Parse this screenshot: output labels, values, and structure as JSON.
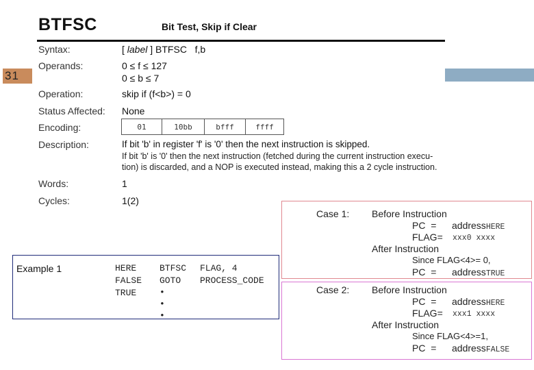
{
  "slide_number": "31",
  "datasheet": {
    "mnemonic": "BTFSC",
    "description_title": "Bit Test, Skip if Clear",
    "syntax_label": "Syntax:",
    "syntax_open": "[",
    "syntax_label_word": "label",
    "syntax_rest": "] BTFSC   f,b",
    "operands_label": "Operands:",
    "operand_f": "0 ≤ f ≤ 127",
    "operand_b": "0 ≤ b ≤ 7",
    "operation_label": "Operation:",
    "operation": "skip if (f<b>) = 0",
    "status_label": "Status Affected:",
    "status": "None",
    "encoding_label": "Encoding:",
    "encoding": [
      "01",
      "10bb",
      "bfff",
      "ffff"
    ],
    "desc_label": "Description:",
    "desc_line1": "If bit 'b' in register 'f' is '0' then the next instruction is skipped.",
    "desc_line2": "If bit 'b' is '0' then the next instruction (fetched during the current instruction execu-",
    "desc_line3": "tion) is discarded, and a NOP is executed instead, making this a 2 cycle instruction.",
    "words_label": "Words:",
    "words": "1",
    "cycles_label": "Cycles:",
    "cycles": "1(2)"
  },
  "example": {
    "label": "Example 1",
    "rows": [
      {
        "col1": "HERE",
        "col2": "BTFSC",
        "col3": "FLAG, 4"
      },
      {
        "col1": "FALSE",
        "col2": "GOTO",
        "col3": "PROCESS_CODE"
      },
      {
        "col1": "TRUE",
        "col2": "•",
        "col3": ""
      },
      {
        "col1": "",
        "col2": "•",
        "col3": ""
      },
      {
        "col1": "",
        "col2": "•",
        "col3": ""
      }
    ]
  },
  "case1": {
    "title": "Case 1:",
    "before": "Before Instruction",
    "pc_label": "PC  =",
    "pc_prefix": "address",
    "pc_value": "HERE",
    "flag_label": "FLAG=",
    "flag_value": "xxx0 xxxx",
    "after": "After Instruction",
    "since": "Since FLAG<4>= 0,",
    "pc2_label": "PC  =",
    "pc2_prefix": "address",
    "pc2_value": "TRUE"
  },
  "case2": {
    "title": "Case 2:",
    "before": "Before Instruction",
    "pc_label": "PC  =",
    "pc_prefix": "address",
    "pc_value": "HERE",
    "flag_label": "FLAG=",
    "flag_value": "xxx1 xxxx",
    "after": "After Instruction",
    "since": "Since FLAG<4>=1,",
    "pc2_label": "PC  =",
    "pc2_prefix": "address",
    "pc2_value": "FALSE"
  }
}
